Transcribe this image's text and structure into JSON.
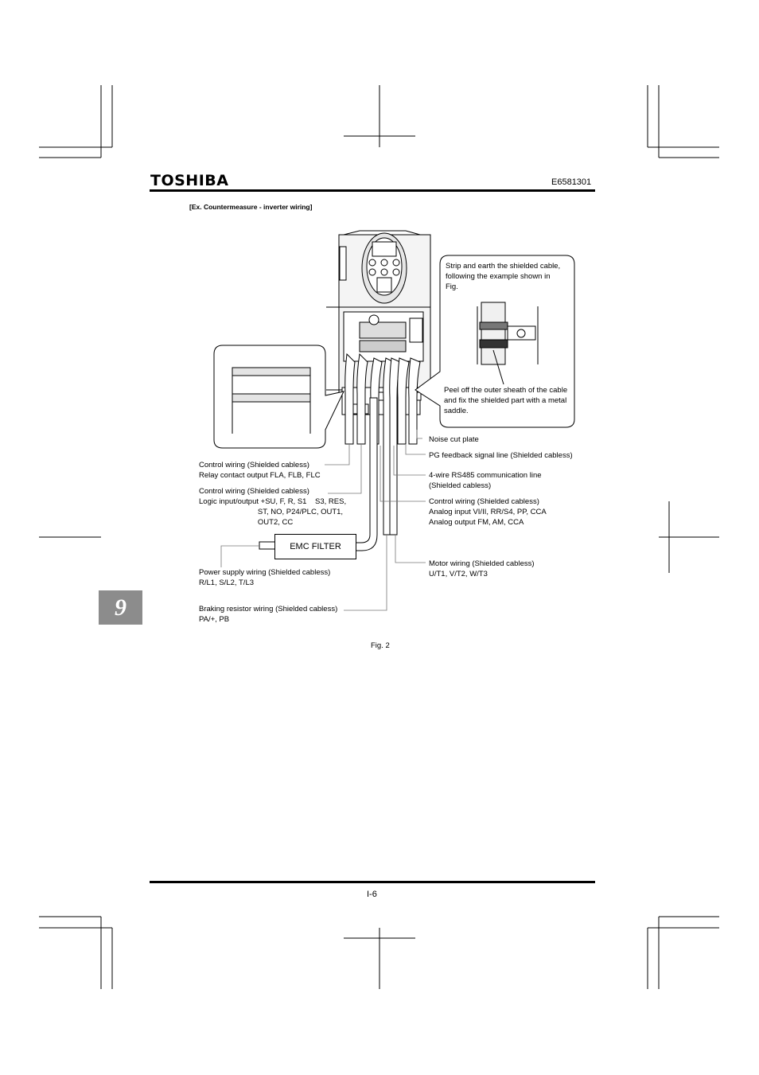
{
  "header": {
    "brand": "TOSHIBA",
    "doc_number": "E6581301"
  },
  "section": {
    "heading": "[Ex. Countermeasure - inverter wiring]",
    "chapter_tab": "9"
  },
  "figure": {
    "caption": "Fig. 2",
    "callout_top": "Strip and earth the shielded cable,\nfollowing the example shown in\nFig.",
    "callout_bottom": "Peel off the outer sheath of the cable\nand fix the shielded part with a metal\nsaddle.",
    "emc_filter": "EMC FILTER",
    "labels": {
      "noise_cut_plate": "Noise cut plate",
      "pg_feedback": "PG feedback signal line (Shielded cabless)",
      "rs485": "4-wire RS485 communication line\n(Shielded cabless)",
      "control_analog": "Control wiring (Shielded cabless)\nAnalog input VI/II, RR/S4, PP, CCA\nAnalog output FM, AM, CCA",
      "motor": "Motor wiring (Shielded cabless)\nU/T1, V/T2, W/T3",
      "control_relay": "Control wiring (Shielded cabless)\nRelay contact output FLA, FLB, FLC",
      "control_logic": "Control wiring (Shielded cabless)\nLogic input/output +SU, F, R, S1    S3, RES,\n                            ST, NO, P24/PLC, OUT1,\n                            OUT2, CC",
      "power_supply": "Power supply wiring (Shielded cabless)\nR/L1, S/L2, T/L3",
      "braking": "Braking resistor wiring (Shielded cabless)\nPA/+, PB"
    }
  },
  "footer": {
    "page_number": "I-6"
  }
}
